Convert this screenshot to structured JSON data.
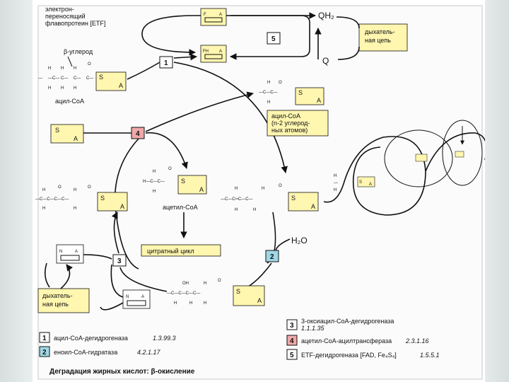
{
  "etf_label": [
    "электрон-",
    "переносящий",
    "флавопротеин [ETF]"
  ],
  "beta_carbon_label": "β-углерод",
  "qh2": "QH₂",
  "q": "Q",
  "resp_chain_top": [
    "дыхатель-",
    "ная цепь"
  ],
  "resp_chain_left": [
    "дыхатель-",
    "ная цепь"
  ],
  "acyl_coa": "ацил-CoA",
  "acyl_coa_short": [
    "ацил-CoA",
    "(n-2 углерод-",
    "ных атомов)"
  ],
  "acetyl_coa": "ацетил-CoA",
  "citrate_cycle": "цитратный цикл",
  "h2o": "H₂O",
  "S": "S",
  "A": "A",
  "F": "F",
  "N": "N",
  "FH": "FH",
  "steps": {
    "s1": "1",
    "s2": "2",
    "s3": "3",
    "s4": "4",
    "s5": "5"
  },
  "legend": [
    {
      "num": "1",
      "text": "ацил-CoA-дегидрогеназа",
      "ec": "1.3.99.3",
      "color": "#ffffff"
    },
    {
      "num": "2",
      "text": "еноил-CoA-гидратаза",
      "ec": "4.2.1.17",
      "color": "#9fd8e6"
    },
    {
      "num": "3",
      "text": "3-оксиацил-CoA-дегидрогеназа",
      "ec": "1.1.1.35",
      "color": "#ffffff"
    },
    {
      "num": "4",
      "text": "ацетил-CoA-ацилтрансфераза",
      "ec": "2.3.1.16",
      "color": "#f0a8a8"
    },
    {
      "num": "5",
      "text": "ETF-дегидрогеназа [FAD, Fe₄S₄]",
      "ec": "1.5.5.1",
      "color": "#ffffff"
    }
  ],
  "caption": "Деградация жирных кислот: β-окисление",
  "colors": {
    "yellow": "#fff6b0",
    "cyan": "#9fd8e6",
    "pink": "#f0a8a8"
  }
}
